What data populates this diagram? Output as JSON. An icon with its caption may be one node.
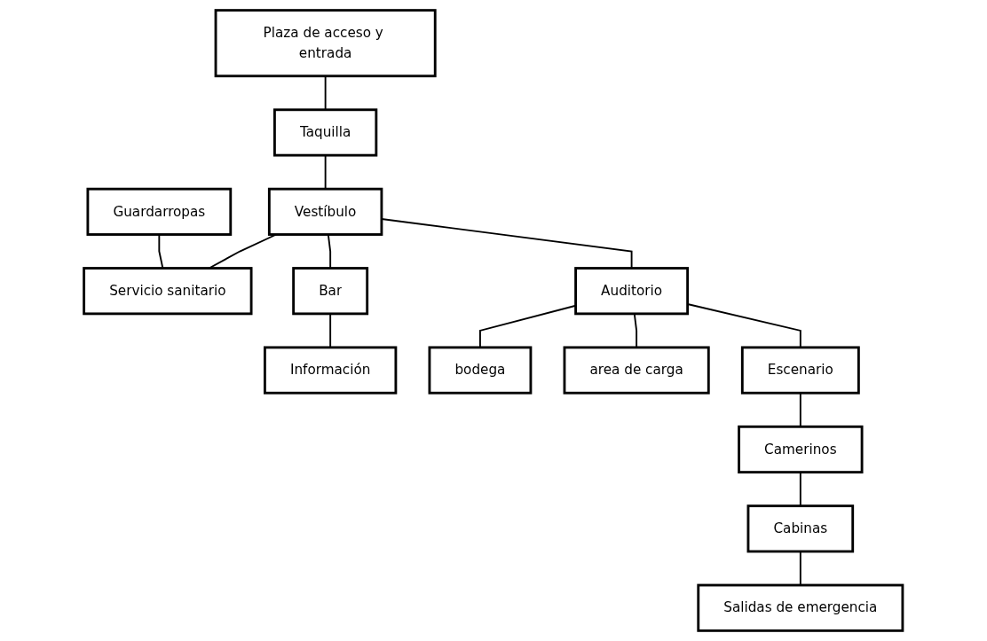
{
  "diagram": {
    "nodes": [
      {
        "text": [
          "Plaza de acceso y entrada"
        ]
      },
      {
        "text": [
          "Taquilla"
        ]
      },
      {
        "text": [
          "Vestíbulo"
        ]
      },
      {
        "text": [
          "Guardarropas"
        ]
      },
      {
        "text": [
          "Servicio sanitario"
        ]
      },
      {
        "text": [
          "Bar"
        ]
      },
      {
        "text": [
          "Información"
        ]
      },
      {
        "text": [
          "Auditorio"
        ]
      },
      {
        "text": [
          "bodega"
        ]
      },
      {
        "text": [
          "area de carga"
        ]
      },
      {
        "text": [
          "Escenario"
        ]
      },
      {
        "text": [
          "Camerinos"
        ]
      },
      {
        "text": [
          "Cabinas"
        ]
      },
      {
        "text": [
          "Salidas de emergencia"
        ]
      }
    ],
    "edges": [
      {
        "from": 0,
        "to": 1,
        "arrow": "none"
      },
      {
        "from": 1,
        "to": 2,
        "arrow": "none"
      },
      {
        "from": 2,
        "to": 4,
        "arrow": "none"
      },
      {
        "from": 2,
        "to": 5,
        "arrow": "none"
      },
      {
        "from": 2,
        "to": 7,
        "arrow": "none"
      },
      {
        "from": 3,
        "to": 4,
        "arrow": "none"
      },
      {
        "from": 5,
        "to": 6,
        "arrow": "none"
      },
      {
        "from": 7,
        "to": 8,
        "arrow": "none"
      },
      {
        "from": 7,
        "to": 9,
        "arrow": "none"
      },
      {
        "from": 7,
        "to": 10,
        "arrow": "none"
      },
      {
        "from": 10,
        "to": 11,
        "arrow": "none"
      },
      {
        "from": 11,
        "to": 12,
        "arrow": "none"
      },
      {
        "from": 12,
        "to": 13,
        "arrow": "none"
      }
    ]
  }
}
